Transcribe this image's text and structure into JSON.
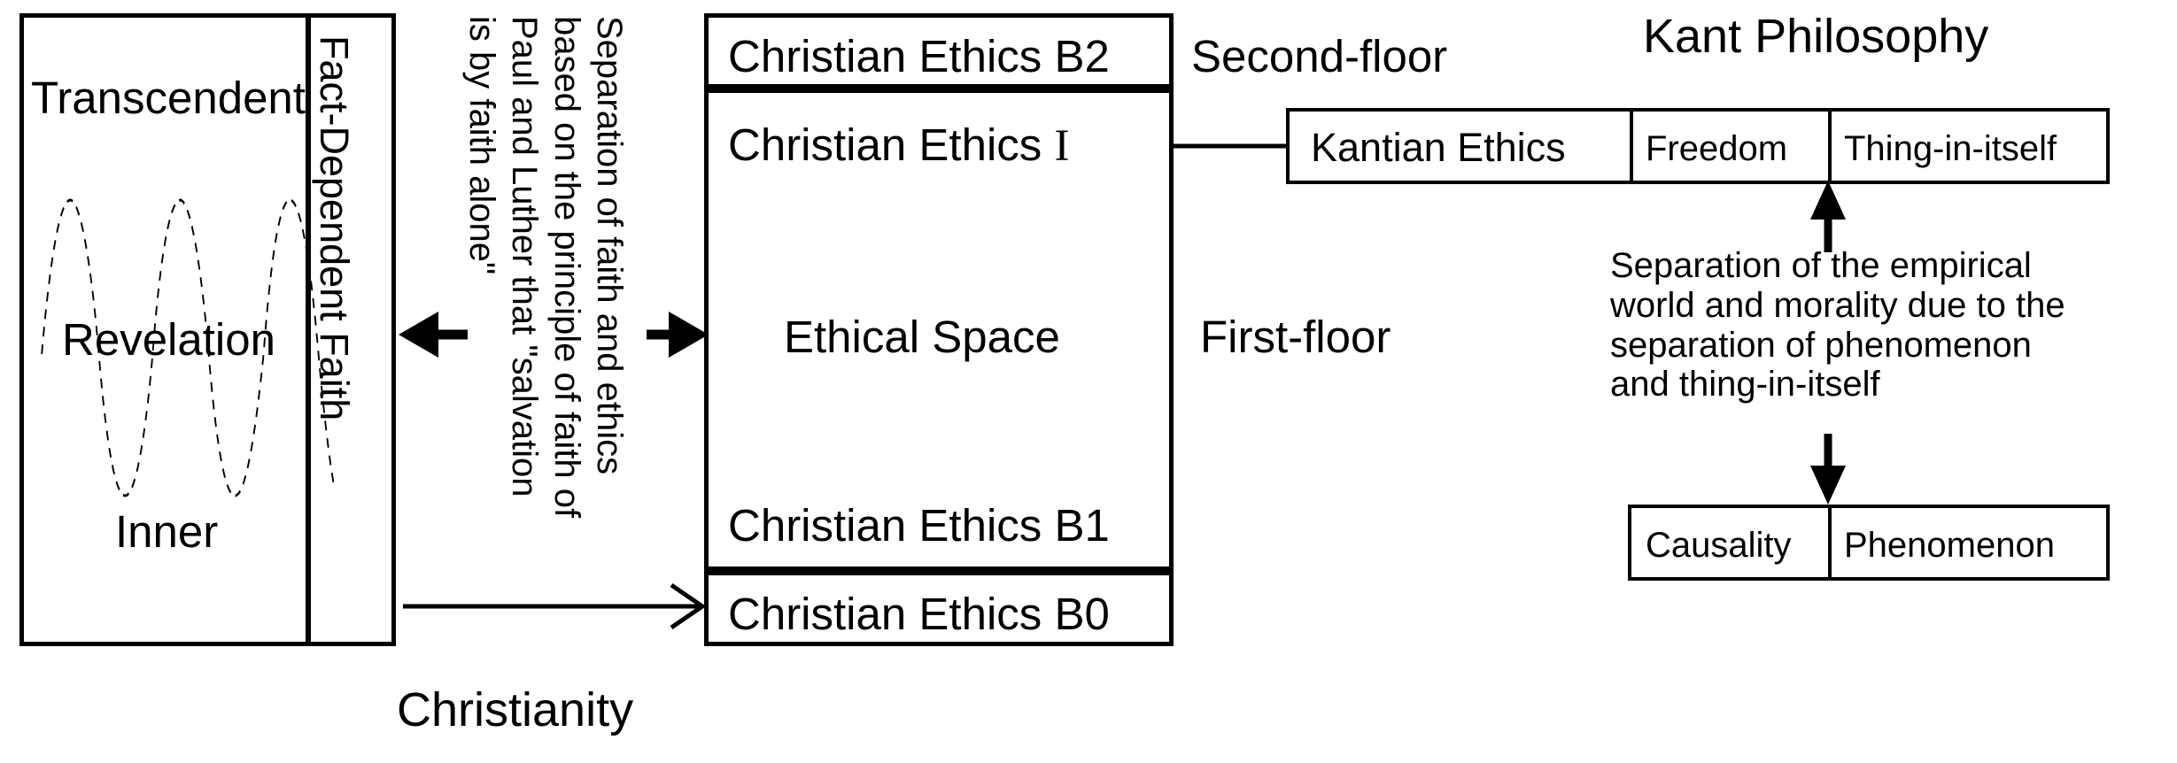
{
  "diagram": {
    "title_right": "Kant Philosophy",
    "caption_bottom_left": "Christianity",
    "christianity_panel": {
      "top_label": "Transcendent",
      "middle_label": "Revelation",
      "bottom_label": "Inner",
      "side_label": "Fact-Dependent Faith",
      "wave_icon": "sine-wave-dashed"
    },
    "bridge_note": {
      "line1": "Separation of faith and ethics",
      "line2": "based on the principle of faith of",
      "line3": "Paul and Luther that \"salvation",
      "line4": "is by faith alone\""
    },
    "ethics_stack": {
      "top_band": "Christian Ethics B2",
      "upper_inner": "Christian Ethics I",
      "center": "Ethical Space",
      "lower_inner": "Christian Ethics B1",
      "bottom_band": "Christian Ethics B0"
    },
    "floor_labels": {
      "second": "Second-floor",
      "first": "First-floor"
    },
    "kant_row_top": [
      "Kantian Ethics",
      "Freedom",
      "Thing-in-itself"
    ],
    "kant_note": {
      "line1": "Separation of the empirical",
      "line2": "world and morality due to the",
      "line3": "separation of phenomenon",
      "line4": "and thing-in-itself"
    },
    "kant_row_bottom": [
      "Causality",
      "Phenomenon"
    ],
    "colors": {
      "stroke": "#000000",
      "background": "#ffffff"
    }
  }
}
